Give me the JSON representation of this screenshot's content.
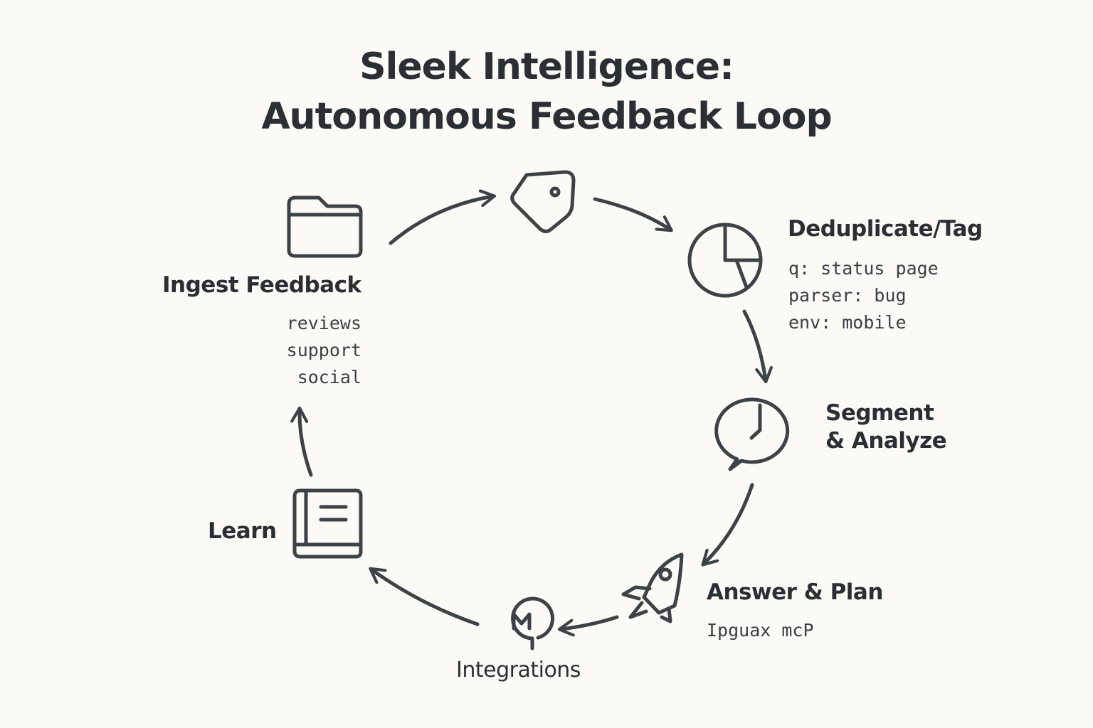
{
  "title": {
    "line1": "Sleek Intelligence:",
    "line2": "Autonomous Feedback Loop"
  },
  "steps": {
    "ingest": {
      "label": "Ingest Feedback",
      "details": [
        "reviews",
        "support",
        "social"
      ],
      "icon": "folder-icon"
    },
    "tag": {
      "icon": "tag-icon"
    },
    "dedupe": {
      "label": "Deduplicate/Tag",
      "details": [
        "q: status page",
        "parser: bug",
        "env: mobile"
      ],
      "icon": "pie-chart-icon"
    },
    "segment": {
      "label_line1": "Segment",
      "label_line2": "& Analyze",
      "icon": "chat-clock-icon"
    },
    "answer": {
      "label": "Answer & Plan",
      "details": [
        "Ipguax mcP"
      ],
      "icon": "rocket-icon"
    },
    "integrations": {
      "label": "Integrations",
      "icon": "mcp-pin-icon"
    },
    "learn": {
      "label": "Learn",
      "icon": "book-icon"
    }
  },
  "colors": {
    "background": "#fbfaf7",
    "ink": "#2b2f33",
    "stroke": "#3d4247"
  }
}
